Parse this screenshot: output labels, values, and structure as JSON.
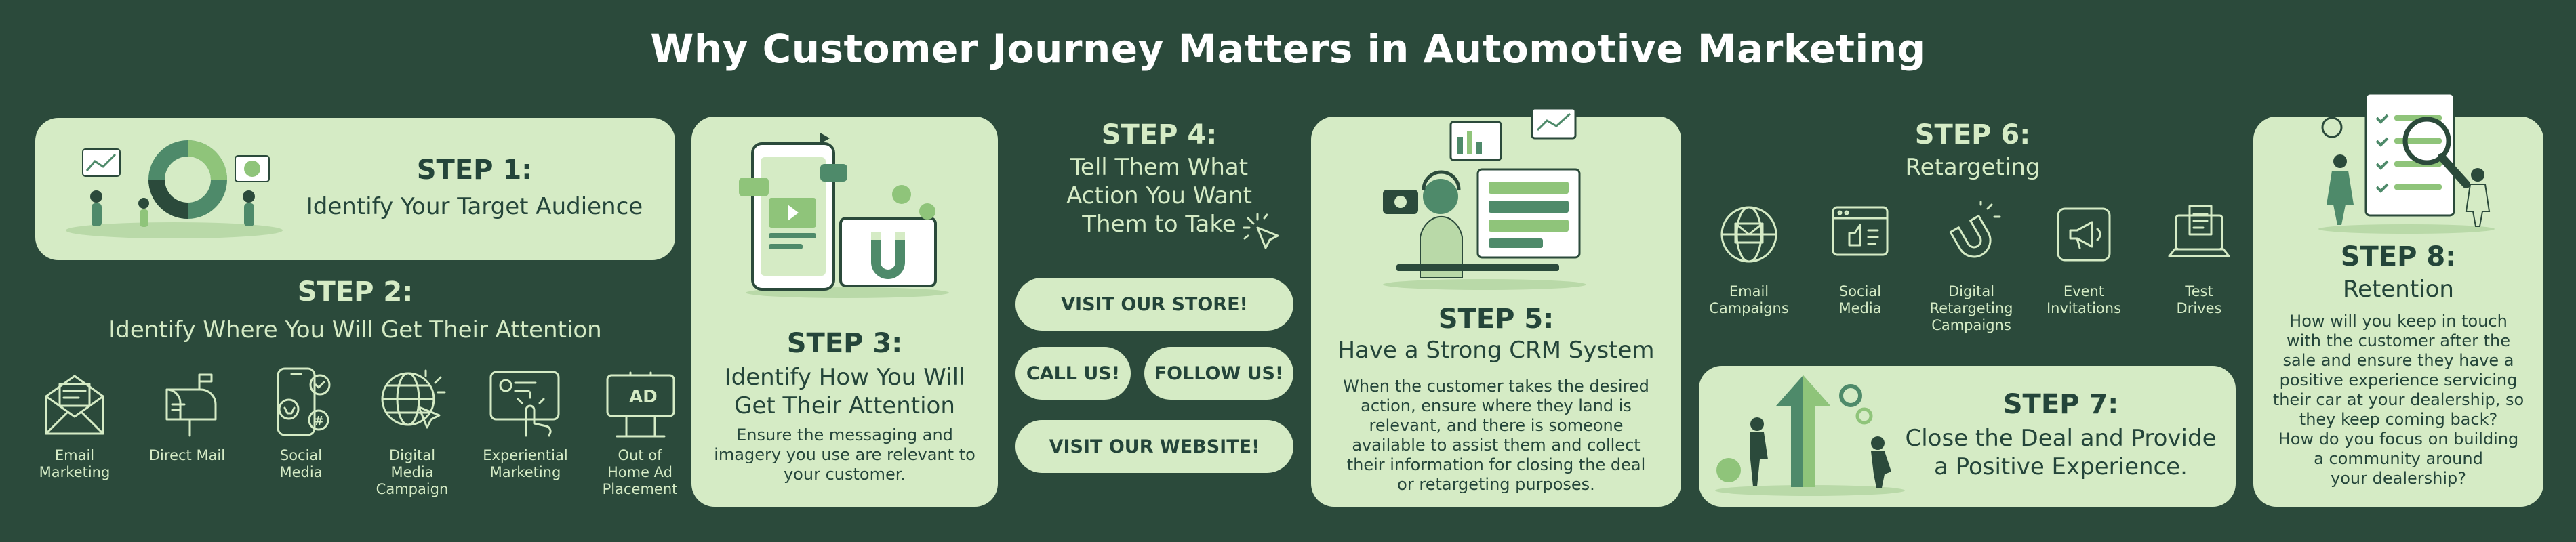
{
  "title": "Why Customer Journey Matters in Automotive Marketing",
  "step1": {
    "title": "STEP 1:",
    "subtitle": "Identify Your Target Audience"
  },
  "step2": {
    "title": "STEP 2:",
    "subtitle": "Identify Where You Will Get Their Attention",
    "channels": [
      {
        "label": "Email\nMarketing",
        "icon": "email-icon"
      },
      {
        "label": "Direct Mail",
        "icon": "mailbox-icon"
      },
      {
        "label": "Social\nMedia",
        "icon": "smartphone-social-icon"
      },
      {
        "label": "Digital\nMedia\nCampaign",
        "icon": "globe-click-icon"
      },
      {
        "label": "Experiential\nMarketing",
        "icon": "hand-touch-icon"
      },
      {
        "label": "Out of\nHome Ad\nPlacement",
        "icon": "billboard-icon",
        "sign": "AD"
      }
    ]
  },
  "step3": {
    "title": "STEP 3:",
    "subtitle": "Identify How You Will\nGet Their Attention",
    "body": "Ensure the messaging and\nimagery you use are relevant to\nyour customer."
  },
  "step4": {
    "title": "STEP 4:",
    "subtitle": "Tell Them What\nAction You Want\nThem to Take",
    "buttons": {
      "visit_store": "VISIT OUR STORE!",
      "call_us": "CALL US!",
      "follow_us": "FOLLOW US!",
      "visit_website": "VISIT OUR WEBSITE!"
    }
  },
  "step5": {
    "title": "STEP 5:",
    "subtitle": "Have a Strong CRM System",
    "body": "When the customer takes the desired\naction, ensure where they land is\nrelevant, and there is someone\navailable to assist  them and collect\ntheir information for closing the deal\nor retargeting purposes."
  },
  "step6": {
    "title": "STEP 6:",
    "subtitle": "Retargeting",
    "channels": [
      {
        "label": "Email\nCampaigns",
        "icon": "email-globe-icon"
      },
      {
        "label": "Social\nMedia",
        "icon": "social-window-icon"
      },
      {
        "label": "Digital\nRetargeting\nCampaigns",
        "icon": "magnet-icon"
      },
      {
        "label": "Event\nInvitations",
        "icon": "megaphone-icon"
      },
      {
        "label": "Test\nDrives",
        "icon": "laptop-checklist-icon"
      }
    ]
  },
  "step7": {
    "title": "STEP 7:",
    "subtitle": "Close the Deal and Provide\na Positive Experience."
  },
  "step8": {
    "title": "STEP 8:",
    "subtitle": "Retention",
    "body": "How will you keep in touch\nwith the customer after the\nsale and ensure they have a\npositive experience servicing\ntheir car at your dealership, so\nthey keep coming back?\nHow do you focus on building\na community around\nyour dealership?"
  },
  "colors": {
    "background": "#2b4a3b",
    "card": "#d5ebc5",
    "text_dark": "#24453a",
    "accent": "#4e8a6a"
  }
}
